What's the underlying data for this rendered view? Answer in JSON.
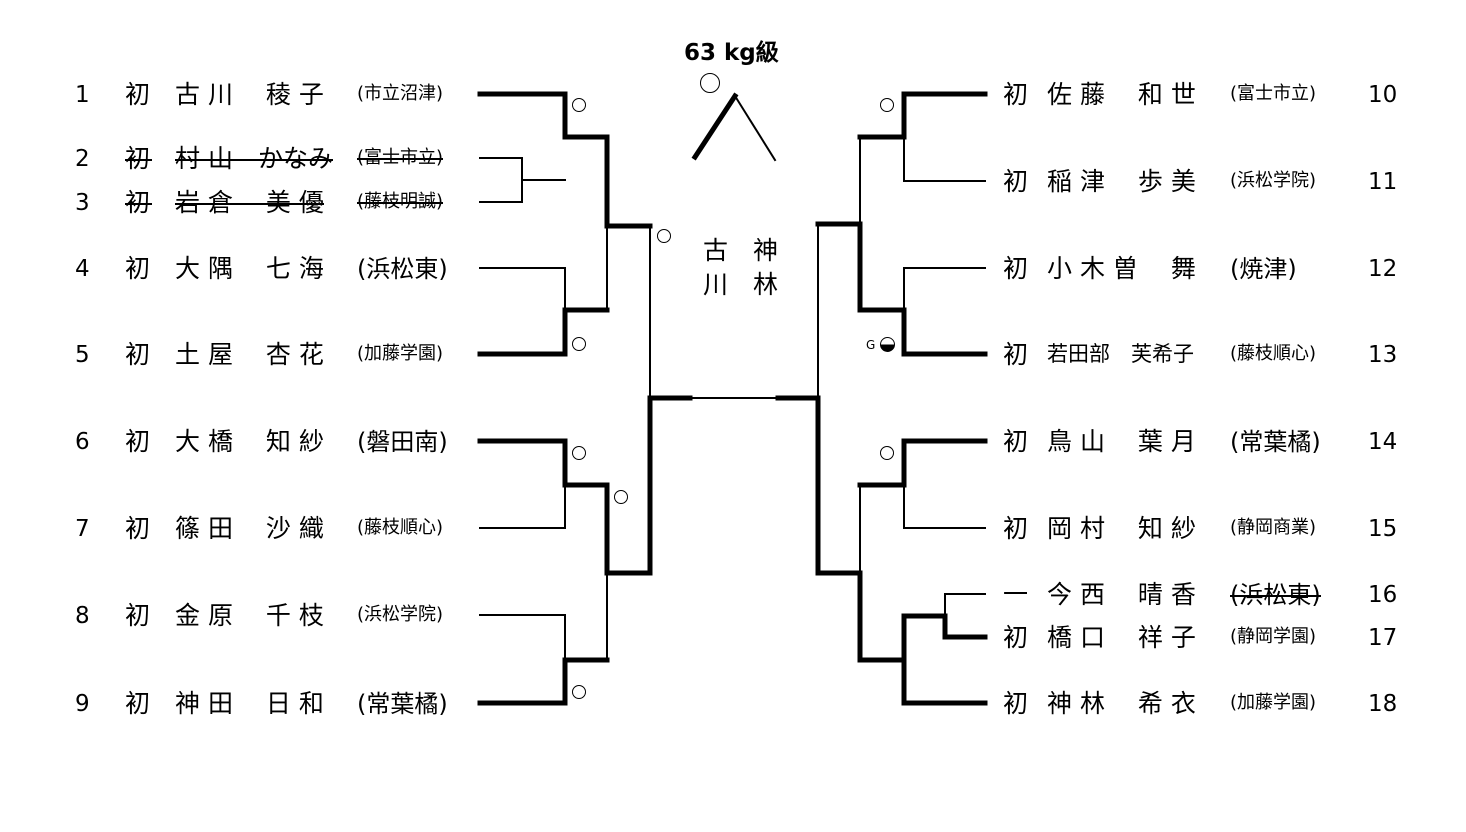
{
  "weight_class": "63 kg級",
  "court": {
    "row1": "古　神",
    "row2": "川　林"
  },
  "final_result_mark": "○",
  "left_entries": [
    {
      "no": "1",
      "grade": "初",
      "name": "古 川　 稜 子",
      "school": "(市立沼津)",
      "withdrawn": false
    },
    {
      "no": "2",
      "grade": "初",
      "name": "村 山　かなみ",
      "school": "(富士市立)",
      "withdrawn": true
    },
    {
      "no": "3",
      "grade": "初",
      "name": "岩 倉　 美 優",
      "school": "(藤枝明誠)",
      "withdrawn": true
    },
    {
      "no": "4",
      "grade": "初",
      "name": "大 隅　 七 海",
      "school": "(浜松東)",
      "withdrawn": false
    },
    {
      "no": "5",
      "grade": "初",
      "name": "土 屋　 杏 花",
      "school": "(加藤学園)",
      "withdrawn": false
    },
    {
      "no": "6",
      "grade": "初",
      "name": "大 橋　 知 紗",
      "school": "(磐田南)",
      "withdrawn": false
    },
    {
      "no": "7",
      "grade": "初",
      "name": "篠 田　 沙 織",
      "school": "(藤枝順心)",
      "withdrawn": false
    },
    {
      "no": "8",
      "grade": "初",
      "name": "金 原　 千 枝",
      "school": "(浜松学院)",
      "withdrawn": false
    },
    {
      "no": "9",
      "grade": "初",
      "name": "神 田　 日 和",
      "school": "(常葉橘)",
      "withdrawn": false
    }
  ],
  "right_entries": [
    {
      "no": "10",
      "grade": "初",
      "name": "佐 藤　 和 世",
      "school": "(富士市立)",
      "withdrawn": false
    },
    {
      "no": "11",
      "grade": "初",
      "name": "稲 津　 歩 美",
      "school": "(浜松学院)",
      "withdrawn": false
    },
    {
      "no": "12",
      "grade": "初",
      "name": "小 木 曽　 舞",
      "school": "(焼津)",
      "withdrawn": false
    },
    {
      "no": "13",
      "grade": "初",
      "name": "若田部　芙希子",
      "school": "(藤枝順心)",
      "withdrawn": false
    },
    {
      "no": "14",
      "grade": "初",
      "name": "鳥 山　 葉 月",
      "school": "(常葉橘)",
      "withdrawn": false
    },
    {
      "no": "15",
      "grade": "初",
      "name": "岡 村　 知 紗",
      "school": "(静岡商業)",
      "withdrawn": false
    },
    {
      "no": "16",
      "grade": "一",
      "name": "今 西　 晴 香",
      "school": "(浜松東)",
      "withdrawn": true
    },
    {
      "no": "17",
      "grade": "初",
      "name": "橋 口　 祥 子",
      "school": "(静岡学園)",
      "withdrawn": false
    },
    {
      "no": "18",
      "grade": "初",
      "name": "神 林　 希 衣",
      "school": "(加藤学園)",
      "withdrawn": false
    }
  ],
  "win_marks": {
    "symbol": "○",
    "golden_score_label": "G",
    "golden_score_mark": "half-filled-circle"
  }
}
